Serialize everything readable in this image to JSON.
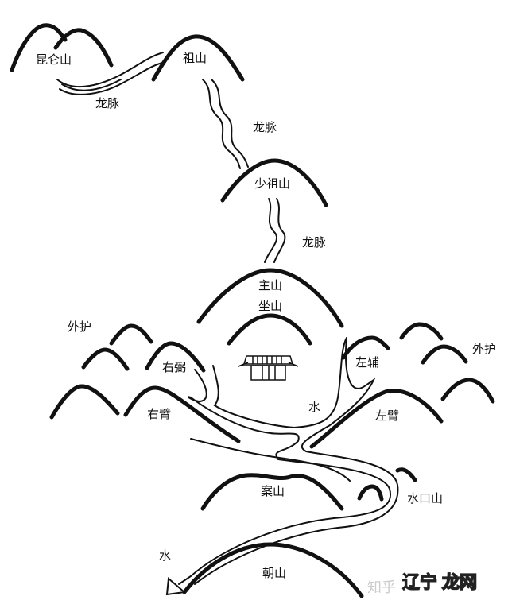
{
  "labels": {
    "kunlun": "昆仑山",
    "vein1": "龙脉",
    "zushan": "祖山",
    "vein2": "龙脉",
    "shaozushan": "少祖山",
    "vein3": "龙脉",
    "zhushan": "主山",
    "zuoshan": "坐山",
    "waihu_left": "外护",
    "waihu_right": "外护",
    "youbi": "右弼",
    "zuofu": "左辅",
    "youbi_arm": "右臂",
    "zuobi_arm": "左臂",
    "water_mid": "水",
    "anshan": "案山",
    "shuikoushan": "水口山",
    "water_out": "水",
    "chaoshan": "朝山"
  },
  "watermark": {
    "faint": "知乎",
    "brand_red": "辽宁",
    "brand_white": "龙网"
  }
}
